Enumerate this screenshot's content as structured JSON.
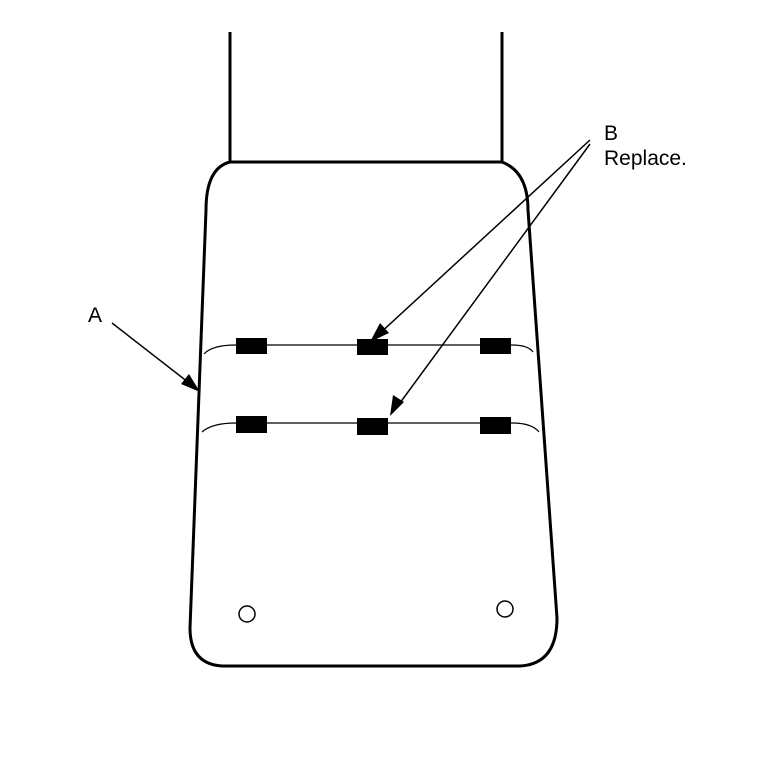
{
  "callouts": {
    "a": {
      "letter": "A"
    },
    "b": {
      "letter": "B",
      "note": "Replace."
    }
  },
  "colors": {
    "line": "#000000",
    "background": "#ffffff"
  }
}
